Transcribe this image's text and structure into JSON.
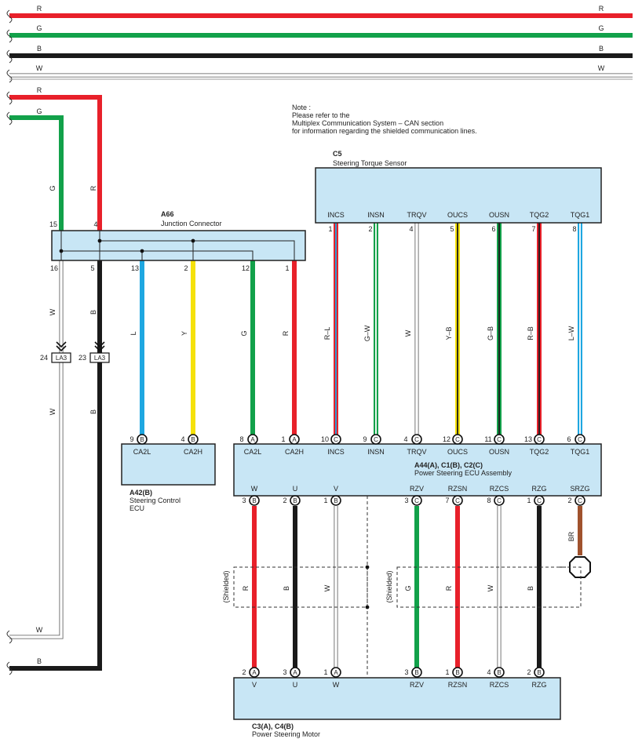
{
  "colors": {
    "R": "#e8202a",
    "G": "#12a14a",
    "B": "#1a1a1a",
    "W": "#ffffff",
    "L": "#1ea7e1",
    "Y": "#f5e10a",
    "BR": "#a0522d",
    "box": "#c8e6f5",
    "outline": "#333333"
  },
  "bus": {
    "labels": [
      "R",
      "G",
      "B",
      "W"
    ]
  },
  "note": {
    "line1": "Note :",
    "line2": "Please refer to the",
    "line3": "Multiplex Communication System – CAN section",
    "line4": "for information regarding the shielded communication lines."
  },
  "c5": {
    "code": "C5",
    "name": "Steering Torque Sensor",
    "pins": [
      {
        "label": "INCS",
        "num": "1",
        "wire": "R–L"
      },
      {
        "label": "INSN",
        "num": "2",
        "wire": "G–W"
      },
      {
        "label": "TRQV",
        "num": "4",
        "wire": "W"
      },
      {
        "label": "OUCS",
        "num": "5",
        "wire": "Y–B"
      },
      {
        "label": "OUSN",
        "num": "6",
        "wire": "G–B"
      },
      {
        "label": "TQG2",
        "num": "7",
        "wire": "R–B"
      },
      {
        "label": "TQG1",
        "num": "8",
        "wire": "L–W"
      }
    ]
  },
  "a66": {
    "code": "A66",
    "name": "Junction Connector",
    "top_pins": [
      "15",
      "4"
    ],
    "bottom_pins": [
      "16",
      "5",
      "13",
      "2",
      "12",
      "1"
    ],
    "top_wires": [
      "G",
      "R"
    ],
    "bottom_wires": [
      "W",
      "B",
      "L",
      "Y",
      "G",
      "R"
    ]
  },
  "la3": {
    "label": "LA3",
    "left_num": "24",
    "right_num": "23"
  },
  "lower_wires": [
    "W",
    "B"
  ],
  "a42": {
    "code": "A42(B)",
    "name1": "Steering Control",
    "name2": "ECU",
    "pins": [
      {
        "label": "CA2L",
        "num": "9",
        "conn": "B"
      },
      {
        "label": "CA2H",
        "num": "4",
        "conn": "B"
      }
    ]
  },
  "a44": {
    "code": "A44(A), C1(B), C2(C)",
    "name": "Power Steering ECU Assembly",
    "top_pins": [
      {
        "label": "CA2L",
        "num": "8",
        "conn": "A"
      },
      {
        "label": "CA2H",
        "num": "1",
        "conn": "A"
      },
      {
        "label": "INCS",
        "num": "10",
        "conn": "C"
      },
      {
        "label": "INSN",
        "num": "9",
        "conn": "C"
      },
      {
        "label": "TRQV",
        "num": "4",
        "conn": "C"
      },
      {
        "label": "OUCS",
        "num": "12",
        "conn": "C"
      },
      {
        "label": "OUSN",
        "num": "11",
        "conn": "C"
      },
      {
        "label": "TQG2",
        "num": "13",
        "conn": "C"
      },
      {
        "label": "TQG1",
        "num": "6",
        "conn": "C"
      }
    ],
    "bottom_pins": [
      {
        "label": "W",
        "num": "3",
        "conn": "B",
        "wire": "R"
      },
      {
        "label": "U",
        "num": "2",
        "conn": "B",
        "wire": "B"
      },
      {
        "label": "V",
        "num": "1",
        "conn": "B",
        "wire": "W"
      },
      {
        "label": "RZV",
        "num": "3",
        "conn": "C",
        "wire": "G"
      },
      {
        "label": "RZSN",
        "num": "7",
        "conn": "C",
        "wire": "R"
      },
      {
        "label": "RZCS",
        "num": "8",
        "conn": "C",
        "wire": "W"
      },
      {
        "label": "RZG",
        "num": "1",
        "conn": "C",
        "wire": "B"
      },
      {
        "label": "SRZG",
        "num": "2",
        "conn": "C",
        "wire": "BR"
      }
    ]
  },
  "shielded": "(Shielded)",
  "c3": {
    "code": "C3(A), C4(B)",
    "name": "Power Steering Motor",
    "pins": [
      {
        "label": "V",
        "num": "2",
        "conn": "A"
      },
      {
        "label": "U",
        "num": "3",
        "conn": "A"
      },
      {
        "label": "W",
        "num": "1",
        "conn": "A"
      },
      {
        "label": "RZV",
        "num": "3",
        "conn": "B"
      },
      {
        "label": "RZSN",
        "num": "1",
        "conn": "B"
      },
      {
        "label": "RZCS",
        "num": "4",
        "conn": "B"
      },
      {
        "label": "RZG",
        "num": "2",
        "conn": "B"
      }
    ]
  }
}
